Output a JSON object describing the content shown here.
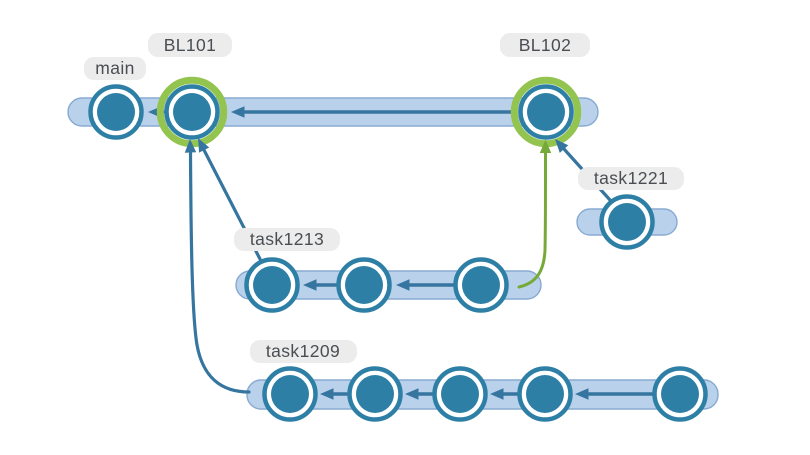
{
  "diagram": {
    "type": "git-branch-graph",
    "background": "#ffffff",
    "colors": {
      "node": "#2e7fa6",
      "node_inner_gap": "#ffffff",
      "highlight_ring": "#93c44f",
      "arrow": "#35759f",
      "merge_green": "#76aa38",
      "track_fill": "#bad1eb",
      "track_border": "#87aad1",
      "label_bg": "#ececec",
      "label_text": "#4a4e52"
    },
    "branches": [
      {
        "label": "main",
        "commit_count": 1,
        "highlighted": false
      },
      {
        "label": "BL101",
        "commit_count": 1,
        "highlighted": true
      },
      {
        "label": "BL102",
        "commit_count": 1,
        "highlighted": true
      },
      {
        "label": "task1221",
        "commit_count": 1,
        "highlighted": false
      },
      {
        "label": "task1213",
        "commit_count": 3,
        "highlighted": false
      },
      {
        "label": "task1209",
        "commit_count": 5,
        "highlighted": false
      }
    ],
    "connections": [
      {
        "from": "BL102",
        "to": "BL101",
        "style": "blue-arrow-in-track"
      },
      {
        "from": "BL101",
        "to": "main",
        "style": "blue-arrow-in-track"
      },
      {
        "from": "task1213",
        "to": "BL101",
        "style": "blue-merge-arrow"
      },
      {
        "from": "task1209",
        "to": "BL101",
        "style": "blue-merge-arrow"
      },
      {
        "from": "task1213",
        "to": "BL102",
        "style": "green-merge-arrow"
      },
      {
        "from": "task1221",
        "to": "BL102",
        "style": "blue-merge-arrow"
      }
    ]
  }
}
